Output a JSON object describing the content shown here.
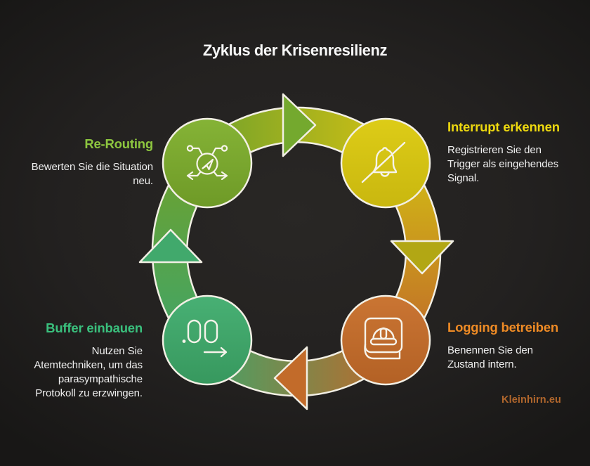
{
  "title": "Zyklus der Krisenresilienz",
  "watermark": "Kleinhirn.eu",
  "steps": [
    {
      "label": "Re-Routing",
      "description": "Bewerten Sie die Situation neu.",
      "label_color": "#8dc63f",
      "node_top": "#85b336",
      "node_bottom": "#6e9a27",
      "node_fill": "#79a42c",
      "icon": "route-icon"
    },
    {
      "label": "Interrupt erkennen",
      "description": "Registrieren Sie den Trigger als eingehendes Signal.",
      "label_color": "#eed90f",
      "node_top": "#ddcc17",
      "node_bottom": "#c9b70f",
      "icon": "bell-off-icon"
    },
    {
      "label": "Logging betreiben",
      "description": "Benennen Sie den Zustand intern.",
      "label_color": "#ef8b25",
      "node_top": "#ca7533",
      "node_bottom": "#b36125",
      "icon": "logbook-icon"
    },
    {
      "label": "Buffer einbauen",
      "description": "Nutzen Sie Atemtechniken, um das parasympathische Protokoll zu erzwingen.",
      "label_color": "#3ac07d",
      "node_top": "#48b074",
      "node_bottom": "#37985e",
      "icon": "decimal-arrow-icon"
    }
  ],
  "colors": {
    "title_text": "#f7f7f7",
    "body_text": "#efefef",
    "watermark_text": "#b0662c",
    "band_green": "#6fa12b",
    "band_yellow": "#d3c013",
    "band_orange": "#c0682a",
    "band_emerald": "#3fa56a",
    "arrow_top": "#74a92e",
    "arrow_right": "#b2a714",
    "arrow_bottom": "#c26b2a",
    "arrow_left": "#41a96c",
    "outline": "#f2efe4",
    "icon_stroke": "#f6f3ea"
  }
}
